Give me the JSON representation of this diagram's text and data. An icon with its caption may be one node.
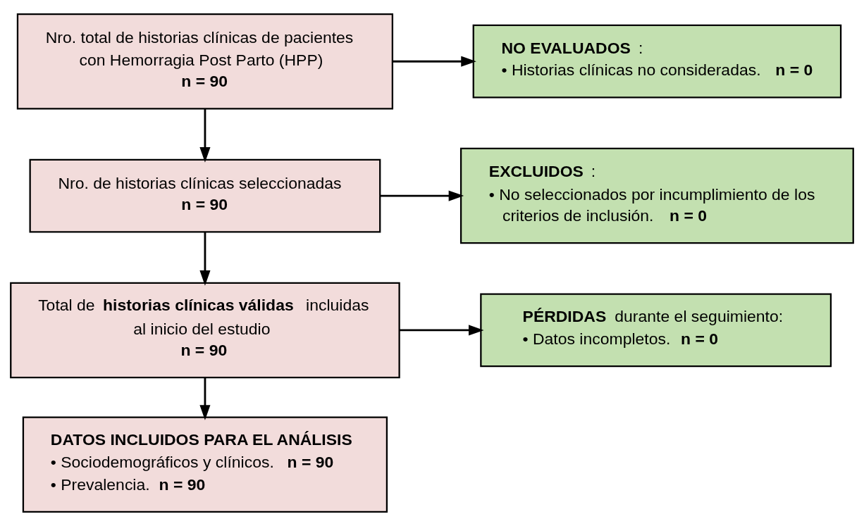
{
  "diagram": {
    "nodes": [
      {
        "text": [
          "Nro. total de historias clínicas de pacientes con Hemorragia Post Parto (HPP)",
          "n = 90"
        ]
      },
      {
        "text": [
          "**NO EVALUADOS**:",
          "• Historias clínicas no consideradas. **n = 0**"
        ]
      },
      {
        "text": [
          "Nro. de historias clínicas seleccionadas",
          "n = 90"
        ]
      },
      {
        "text": [
          "**EXCLUIDOS**:",
          "• No seleccionados por incumplimiento de los criterios de inclusión. **n = 0**"
        ]
      },
      {
        "text": [
          "Total de **historias clínicas válidas** incluidas al inicio del estudio",
          "n = 90"
        ]
      },
      {
        "text": [
          "**PÉRDIDAS** durante el seguimiento:",
          "• Datos incompletos. **n = 0**"
        ]
      },
      {
        "text": [
          "DATOS INCLUIDOS PARA EL ANÁLISIS",
          "• Sociodemográficos y clínicos. **n = 90**",
          "• Prevalencia. **n = 90**"
        ]
      }
    ],
    "edges": [
      {
        "from": 0,
        "to": 2,
        "arrow": "to"
      },
      {
        "from": 0,
        "to": 1,
        "arrow": "to"
      },
      {
        "from": 2,
        "to": 4,
        "arrow": "to"
      },
      {
        "from": 2,
        "to": 3,
        "arrow": "to"
      },
      {
        "from": 4,
        "to": 6,
        "arrow": "to"
      },
      {
        "from": 4,
        "to": 5,
        "arrow": "to"
      }
    ]
  }
}
